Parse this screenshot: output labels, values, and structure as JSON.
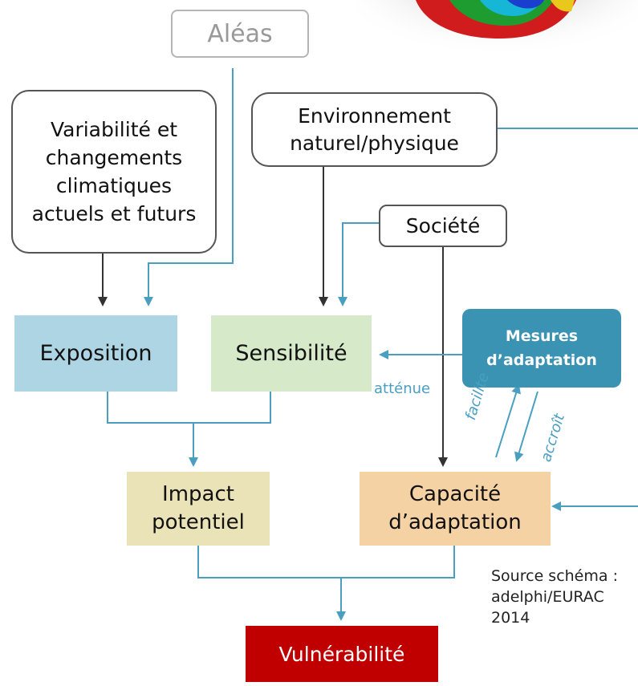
{
  "nodes": {
    "aleas": "Aléas",
    "variabilite": "Variabilité et changements climatiques actuels et futurs",
    "environnement": "Environnement naturel/physique",
    "societe": "Société",
    "exposition": "Exposition",
    "sensibilite": "Sensibilité",
    "mesures": "Mesures d’adaptation",
    "impact": "Impact potentiel",
    "capacite": "Capacité d’adaptation",
    "vulnerabilite": "Vulnérabilité"
  },
  "edge_labels": {
    "attenue": "atténue",
    "facilite": "facilite",
    "accroit": "accroît"
  },
  "source": {
    "line1": "Source schéma :",
    "line2": "adelphi/EURAC",
    "line3": "2014"
  },
  "colors": {
    "exposition": "#aed5e3",
    "sensibilite": "#d6e9c8",
    "mesures": "#3a93b2",
    "impact": "#ebe3b8",
    "capacite": "#f4d2a3",
    "vulnerabilite": "#c00000",
    "blue_connector": "#4a9fc1",
    "dark_connector": "#333333"
  }
}
